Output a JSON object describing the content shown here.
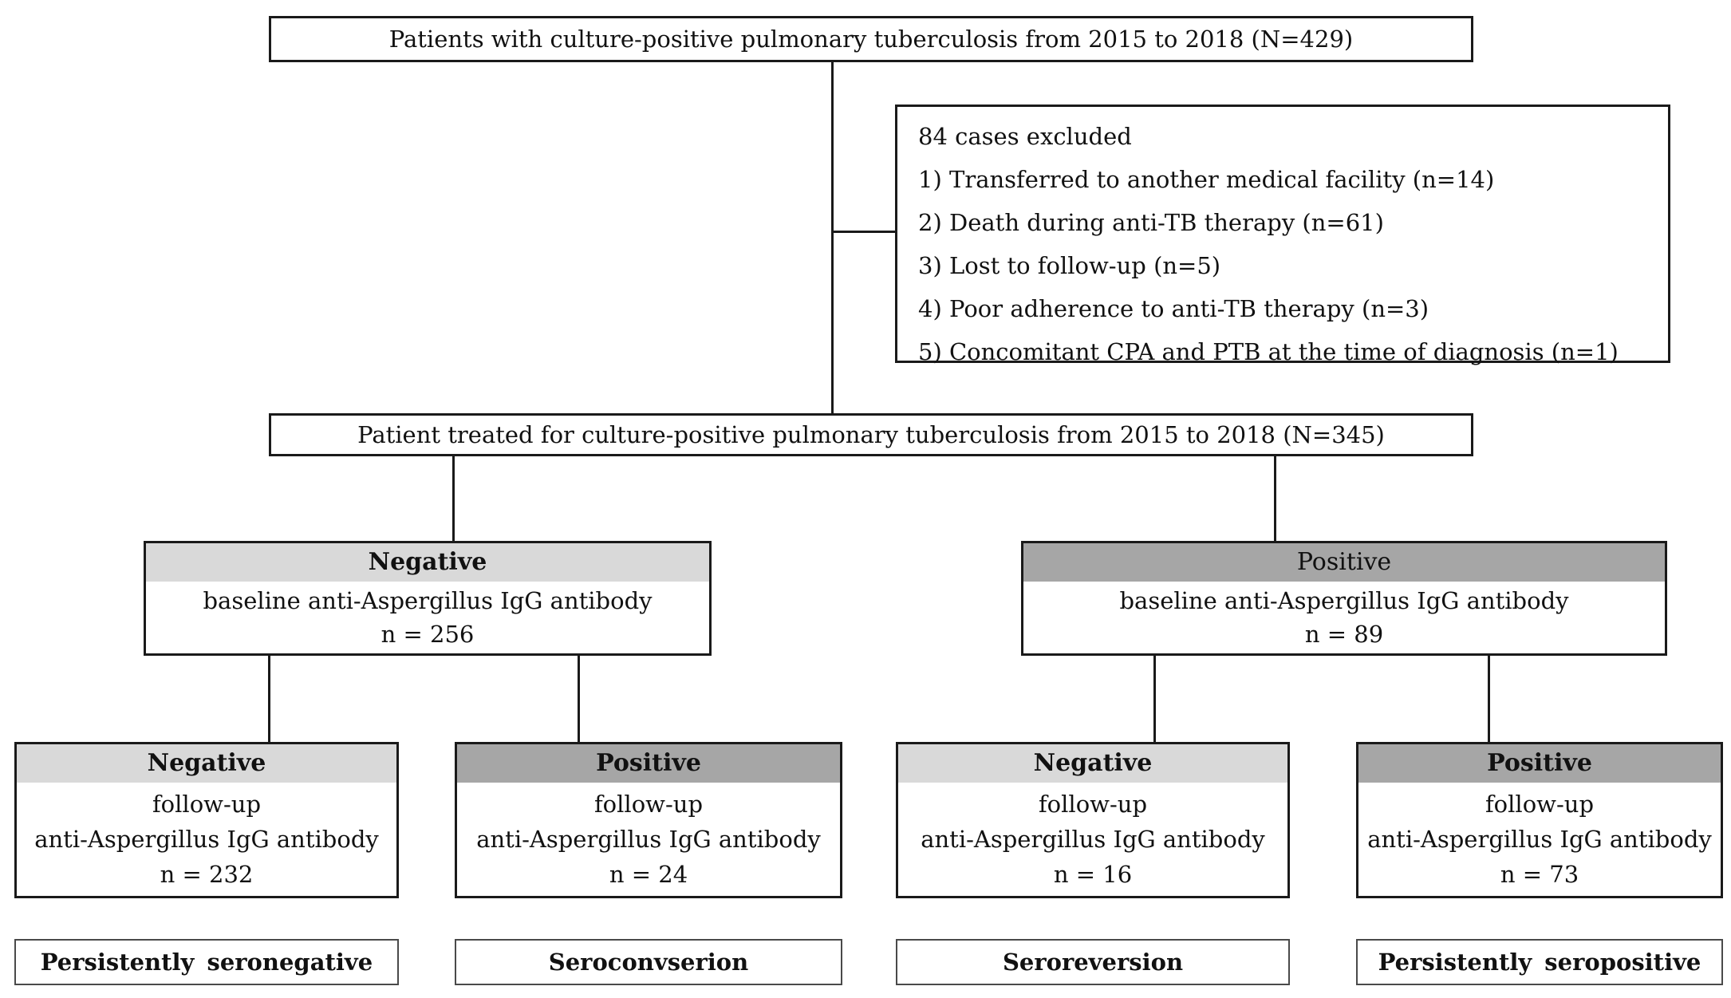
{
  "diagram": {
    "top_box": {
      "text": "Patients with culture-positive pulmonary tuberculosis from 2015 to 2018 (N=429)"
    },
    "excluded_box": {
      "title": "84 cases excluded",
      "items": [
        "1) Transferred to another medical facility (n=14)",
        "2) Death during anti-TB therapy (n=61)",
        "3) Lost to follow-up (n=5)",
        "4) Poor adherence to anti-TB therapy (n=3)",
        "5) Concomitant CPA and PTB at the time of diagnosis (n=1)"
      ]
    },
    "treated_box": {
      "text": "Patient treated for culture-positive pulmonary tuberculosis from 2015 to 2018 (N=345)"
    },
    "baseline_boxes": [
      {
        "header": "Negative",
        "line1": "baseline anti-Aspergillus IgG antibody",
        "line2": "n = 256"
      },
      {
        "header": "Positive",
        "line1": "baseline anti-Aspergillus IgG antibody",
        "line2": "n = 89"
      }
    ],
    "followup_boxes": [
      {
        "header": "Negative",
        "line1": "follow-up",
        "line2": "anti-Aspergillus IgG antibody",
        "line3": "n = 232"
      },
      {
        "header": "Positive",
        "line1": "follow-up",
        "line2": "anti-Aspergillus IgG antibody",
        "line3": "n = 24"
      },
      {
        "header": "Negative",
        "line1": "follow-up",
        "line2": "anti-Aspergillus IgG antibody",
        "line3": "n = 16"
      },
      {
        "header": "Positive",
        "line1": "follow-up",
        "line2": "anti-Aspergillus IgG antibody",
        "line3": "n = 73"
      }
    ],
    "outcome_labels": [
      "Persistently seronegative",
      "Seroconvserion",
      "Seroreversion",
      "Persistently seropositive"
    ],
    "colors": {
      "header_light": "#d9d9d9",
      "header_dark": "#a6a6a6",
      "border": "#1a1a1a",
      "line": "#1a1a1a"
    }
  }
}
